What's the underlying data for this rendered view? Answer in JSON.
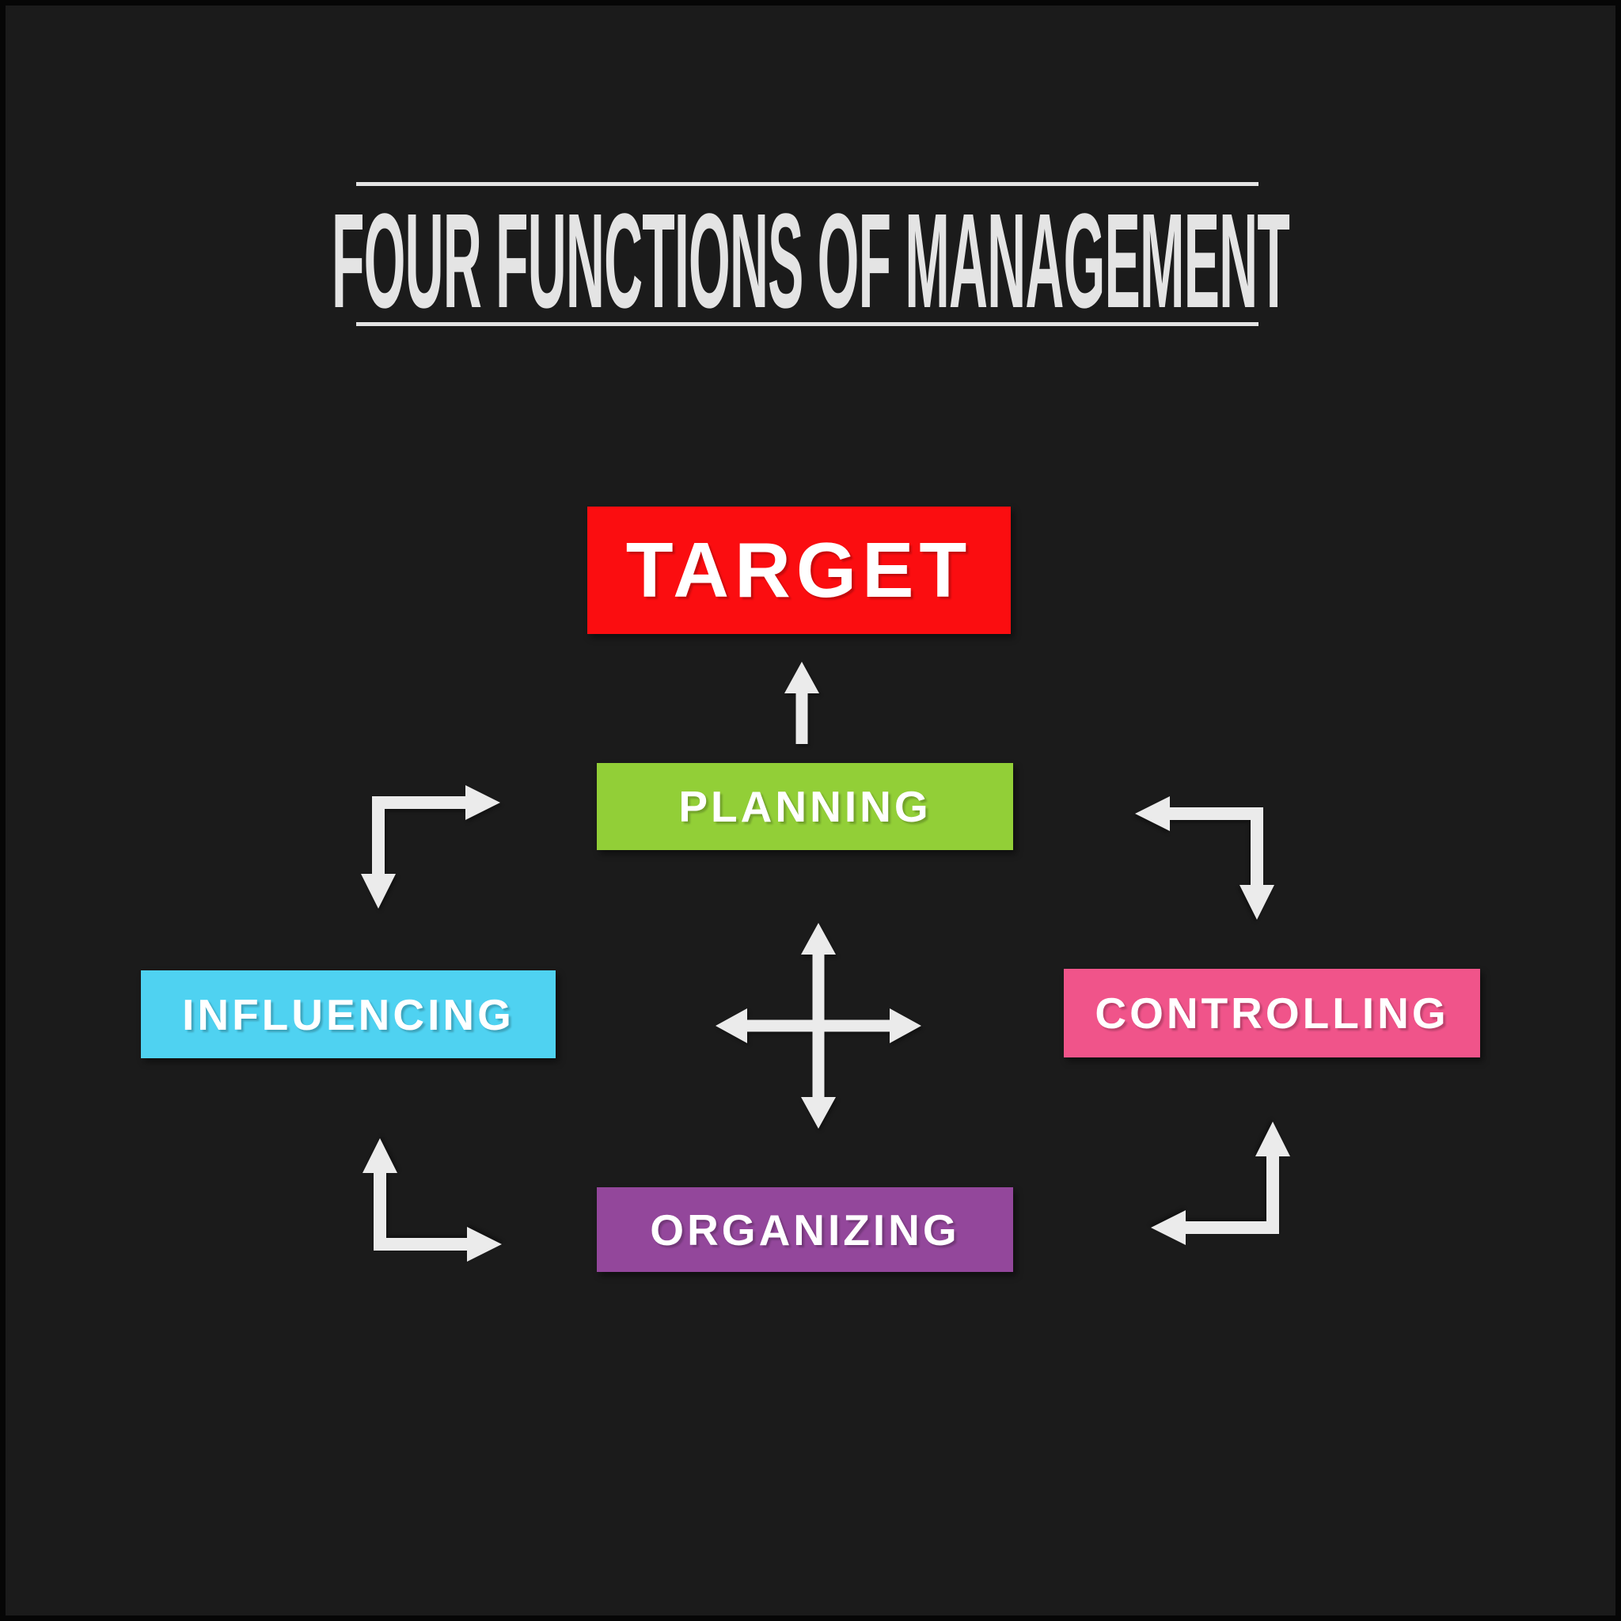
{
  "title": "FOUR FUNCTIONS OF MANAGEMENT",
  "boxes": {
    "target": {
      "label": "TARGET",
      "color": "#fb0d10"
    },
    "planning": {
      "label": "PLANNING",
      "color": "#92cf37"
    },
    "influencing": {
      "label": "INFLUENCING",
      "color": "#4fd2f1"
    },
    "controlling": {
      "label": "CONTROLLING",
      "color": "#f0548a"
    },
    "organizing": {
      "label": "ORGANIZING",
      "color": "#93479b"
    }
  },
  "arrows": {
    "planning_to_target": "up-arrow",
    "center_cross": "four-way-arrow",
    "influencing_planning": "elbow-double-arrow",
    "planning_controlling": "elbow-double-arrow",
    "influencing_organizing": "elbow-double-arrow",
    "organizing_controlling": "elbow-double-arrow"
  },
  "colors": {
    "background": "#1b1b1b",
    "frame": "#060606",
    "arrow": "#ebebeb",
    "rule": "#e4e4e4",
    "title_text": "#e4e4e4",
    "box_label": "#ffffff"
  }
}
